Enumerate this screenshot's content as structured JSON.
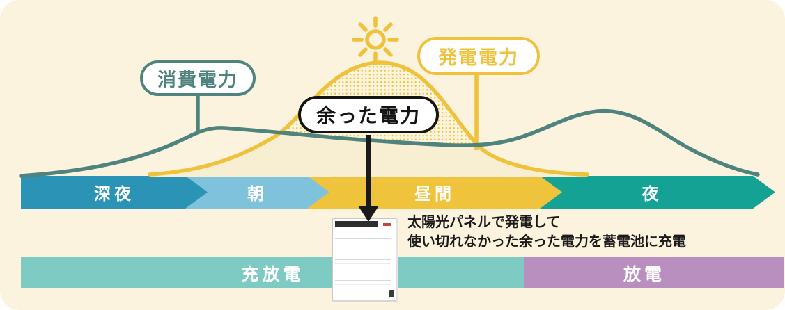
{
  "diagram_title": "solar-surplus-charging-diagram",
  "callouts": {
    "consumption": "消費電力",
    "generation": "発電電力",
    "surplus": "余った電力"
  },
  "series": [
    {
      "name": "消費電力",
      "color": "#4E837E",
      "style": "line"
    },
    {
      "name": "発電電力",
      "color": "#EFC23C",
      "style": "line",
      "fill": "pale-yellow",
      "surplus_fill": "yellow-dot-pattern"
    }
  ],
  "timeline": {
    "segments": [
      {
        "label": "深夜",
        "color": "#2A93B6"
      },
      {
        "label": "朝",
        "color": "#7EC3DB"
      },
      {
        "label": "昼間",
        "color": "#F0C33C"
      },
      {
        "label": "夜",
        "color": "#14A295"
      }
    ]
  },
  "battery_bar": {
    "segments": [
      {
        "label": "充放電",
        "color": "#7DCBC2"
      },
      {
        "label": "放電",
        "color": "#B88FBE"
      }
    ]
  },
  "description": {
    "line1": "太陽光パネルで発電して",
    "line2": "使い切れなかった余った電力を蓄電池に充電"
  },
  "icons": {
    "sun": "sun-icon",
    "down_arrow": "down-arrow-icon",
    "battery": "battery-storage-unit"
  },
  "colors": {
    "background": "#FBF3DE",
    "consumption_line": "#4E837E",
    "generation_line": "#EFC23C",
    "surplus_dot": "#EFC23C",
    "generation_area": "#F8EED1",
    "arrow": "#1A1A1A"
  }
}
